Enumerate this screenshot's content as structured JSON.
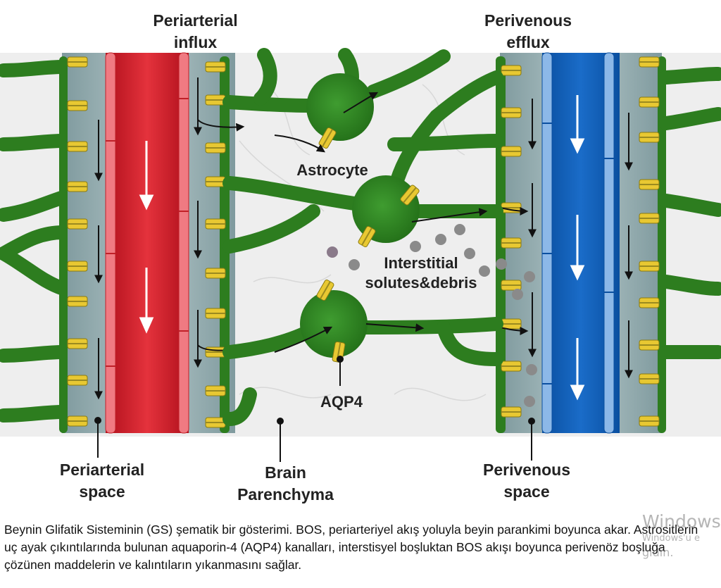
{
  "diagram": {
    "labels": {
      "periarterial_influx": [
        "Periarterial",
        "influx"
      ],
      "perivenous_efflux": [
        "Perivenous",
        "efflux"
      ],
      "astrocyte": "Astrocyte",
      "interstitial": [
        "Interstitial",
        "solutes&debris"
      ],
      "aqp4": "AQP4",
      "periarterial_space": [
        "Periarterial",
        "space"
      ],
      "brain_parenchyma": [
        "Brain",
        "Parenchyma"
      ],
      "perivenous_space": [
        "Perivenous",
        "space"
      ]
    },
    "colors": {
      "artery": "#d8202c",
      "vein": "#0a5ab0",
      "perivascular_space": "#8ea8ac",
      "astrocyte": "#2f8a22",
      "aqp4_channel": "#e8c832",
      "solutes": "#8a8a8a"
    }
  },
  "caption": "Beynin Glifatik Sisteminin (GS) şematik bir gösterimi. BOS, periarteriyel akış yoluyla beyin parankimi boyunca akar. Astrositlerin uç ayak çıkıntılarında bulunan aquaporin-4 (AQP4) kanalları, interstisyel boşluktan BOS akışı boyunca perivenöz boşluğa çözünen maddelerin ve kalıntıların yıkanmasını sağlar.",
  "watermark": {
    "line1": "Windows",
    "line2": "Windows'u e",
    "line3": "gidin."
  }
}
